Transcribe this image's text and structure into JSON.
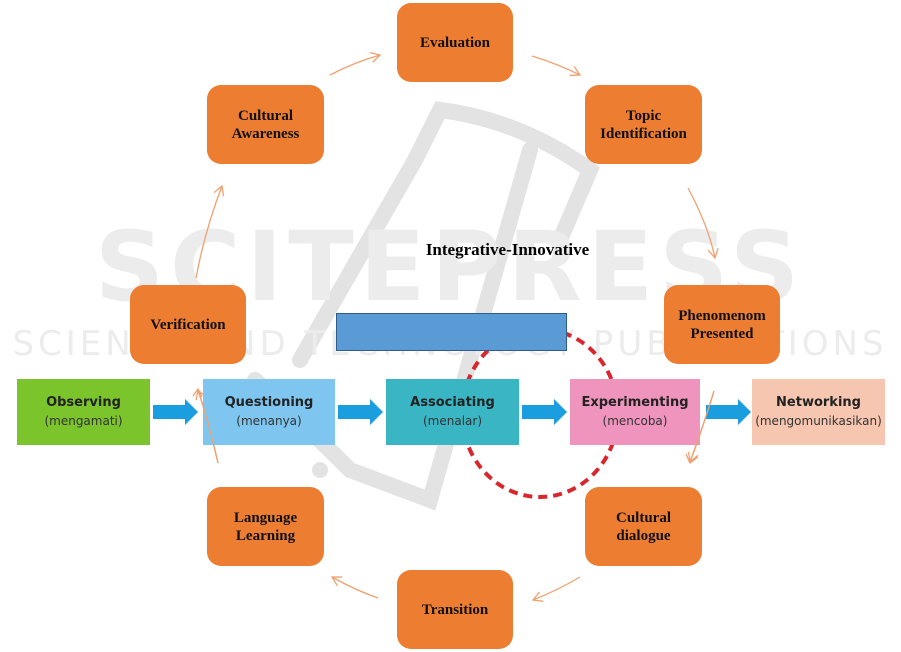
{
  "diagram": {
    "title": "Integrative-Innovative",
    "watermark": {
      "main": "SCITEPRESS",
      "sub": "SCIENCE AND TECHNOLOGY PUBLICATIONS"
    },
    "cycle": [
      {
        "id": "evaluation",
        "label": "Evaluation"
      },
      {
        "id": "topic-identification",
        "label": "Topic Identification"
      },
      {
        "id": "phenomenom-presented",
        "label": "Phenomenom Presented"
      },
      {
        "id": "cultural-dialogue",
        "label": "Cultural dialogue"
      },
      {
        "id": "transition",
        "label": "Transition"
      },
      {
        "id": "language-learning",
        "label": "Language Learning"
      },
      {
        "id": "verification",
        "label": "Verification"
      },
      {
        "id": "cultural-awareness",
        "label": "Cultural Awareness"
      }
    ],
    "steps": [
      {
        "id": "observing",
        "title": "Observing",
        "subtitle": "(mengamati)",
        "color": "#7cc42c"
      },
      {
        "id": "questioning",
        "title": "Questioning",
        "subtitle": "(menanya)",
        "color": "#7ec6ef"
      },
      {
        "id": "associating",
        "title": "Associating",
        "subtitle": "(menalar)",
        "color": "#39b5c4"
      },
      {
        "id": "experimenting",
        "title": "Experimenting",
        "subtitle": "(mencoba)",
        "color": "#ef95bd"
      },
      {
        "id": "networking",
        "title": "Networking",
        "subtitle": "(mengomunikasikan)",
        "color": "#f6c6b1"
      }
    ],
    "colors": {
      "cycle_node": "#ed7d31",
      "cycle_arrow": "#f0a070",
      "step_arrow": "#1a9ee0",
      "highlight_circle": "#d9262c",
      "blue_bar": "#5b9bd5"
    }
  }
}
